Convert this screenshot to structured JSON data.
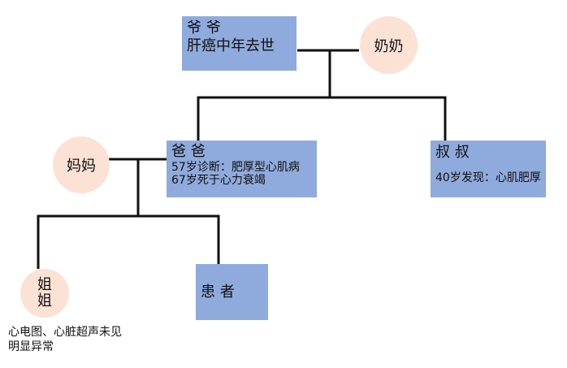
{
  "grandpa": {
    "title": "爷 爷",
    "note": "肝癌中年去世"
  },
  "grandma": {
    "title": "奶奶"
  },
  "father": {
    "title": "爸 爸",
    "line1": "57岁诊断：肥厚型心肌病",
    "line2": "67岁死于心力衰竭"
  },
  "uncle": {
    "title": "叔 叔",
    "note": "40岁发现：心肌肥厚"
  },
  "mother": {
    "title": "妈妈"
  },
  "sister": {
    "title_line1": "姐",
    "title_line2": "姐",
    "note_line1": "心电图、心脏超声未见",
    "note_line2": "明显异常"
  },
  "patient": {
    "title": "患 者"
  },
  "colors": {
    "male_box": "#8faadc",
    "female_circle": "#fbe2d5",
    "line": "#111111"
  }
}
